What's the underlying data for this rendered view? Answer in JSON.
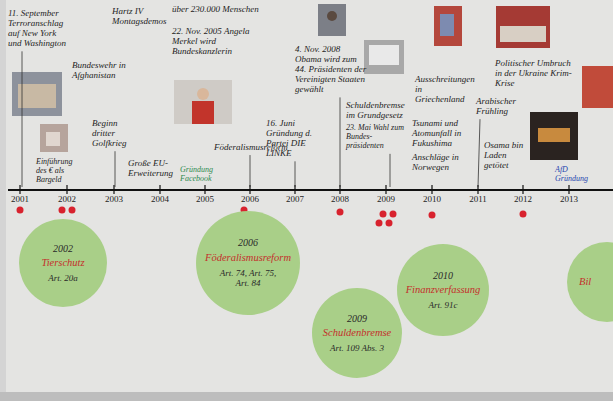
{
  "diagram": {
    "nodes": [
      {
        "text": [
          "2002",
          "Tierschutz",
          "Art. 20a"
        ]
      },
      {
        "text": [
          "2006",
          "Föderalismusreform",
          "Art. 74, Art. 75, Art. 84"
        ]
      },
      {
        "text": [
          "2009",
          "Schuldenbremse",
          "Art. 109 Abs. 3"
        ]
      },
      {
        "text": [
          "2010",
          "Finanzverfassung",
          "Art. 91c"
        ]
      },
      {
        "text": [
          "Bil"
        ]
      }
    ],
    "labels": [
      "11. September Terroranschlag auf New York und Washington",
      "Einführung des € als Bargeld",
      "Bundeswehr in Afghanistan",
      "Beginn dritter Golfkrieg",
      "Hartz IV Montagsdemos",
      "über 230.000 Menschen",
      "22. Nov. 2005 Angela Merkel wird Bundeskanzlerin",
      "Große EU-Erweiterung",
      "Gründung Facebook",
      "Föderalismusreform",
      "16. Juni Gründung d. Partei DIE LINKE",
      "4. Nov. 2008 Obama wird zum 44. Präsidenten der Vereinigten Staaten gewählt",
      "Schuldenbremse im Grundgesetz",
      "23. Mai Wahl zum Bundes- präsidenten",
      "Ausschreitungen in Griechenland",
      "Arabischer Frühling",
      "Tsunami und Atomunfall in Fukushima",
      "Anschläge in Norwegen",
      "Osama bin Laden getötet",
      "Politischer Umbruch in der Ukraine Krim-Krise",
      "AfD Gründung",
      "2001",
      "2002",
      "2003",
      "2004",
      "2005",
      "2006",
      "2007",
      "2008",
      "2009",
      "2010",
      "2011",
      "2012",
      "2013"
    ]
  }
}
